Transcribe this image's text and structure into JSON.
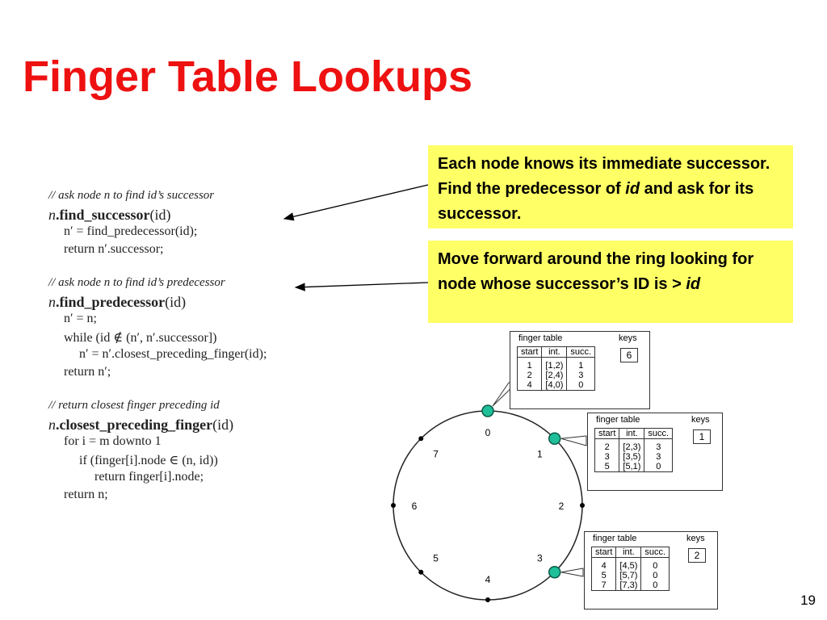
{
  "title": "Finger Table Lookups",
  "page_number": "19",
  "notes": {
    "note1": {
      "pre": "Each node knows its immediate successor.  Find the predecessor of ",
      "em": "id",
      "post": " and ask for its successor."
    },
    "note2": {
      "pre": "Move forward around the ring looking for node whose successor’s ID is > ",
      "em": "id"
    }
  },
  "code": [
    {
      "cls": "cm",
      "text": "// ask node n to find id’s successor"
    },
    {
      "cls": "hd",
      "text": "n.find_successor(id)"
    },
    {
      "cls": "bd",
      "text": "n′ = find_predecessor(id);",
      "indent": 1
    },
    {
      "cls": "bd",
      "text": "return n′.successor;",
      "indent": 1
    },
    {
      "cls": "gap"
    },
    {
      "cls": "cm",
      "text": "// ask node n to find id’s predecessor"
    },
    {
      "cls": "hd",
      "text": "n.find_predecessor(id)"
    },
    {
      "cls": "bd",
      "text": "n′ = n;",
      "indent": 1
    },
    {
      "cls": "bd",
      "text": "while (id ∉ (n′, n′.successor])",
      "indent": 1
    },
    {
      "cls": "bd",
      "text": "n′ = n′.closest_preceding_finger(id);",
      "indent": 2
    },
    {
      "cls": "bd",
      "text": "return n′;",
      "indent": 1
    },
    {
      "cls": "gap"
    },
    {
      "cls": "cm",
      "text": "// return closest finger preceding id"
    },
    {
      "cls": "hd",
      "text": "n.closest_preceding_finger(id)"
    },
    {
      "cls": "bd",
      "text": "for i = m downto 1",
      "indent": 1
    },
    {
      "cls": "bd",
      "text": "if (finger[i].node ∈ (n, id))",
      "indent": 2
    },
    {
      "cls": "bd",
      "text": "return finger[i].node;",
      "indent": 3
    },
    {
      "cls": "bd",
      "text": "return n;",
      "indent": 1
    }
  ],
  "ring": {
    "positions": [
      "0",
      "1",
      "2",
      "3",
      "4",
      "5",
      "6",
      "7"
    ],
    "active_nodes": [
      0,
      1,
      3
    ],
    "node_color": "#1fbf9a"
  },
  "finger_tables": [
    {
      "node": "0",
      "title": "finger table",
      "keys_label": "keys",
      "keys": "6",
      "headers": [
        "start",
        "int.",
        "succ."
      ],
      "rows": [
        [
          "1",
          "[1,2)",
          "1"
        ],
        [
          "2",
          "[2,4)",
          "3"
        ],
        [
          "4",
          "[4,0)",
          "0"
        ]
      ]
    },
    {
      "node": "1",
      "title": "finger table",
      "keys_label": "keys",
      "keys": "1",
      "headers": [
        "start",
        "int.",
        "succ."
      ],
      "rows": [
        [
          "2",
          "[2,3)",
          "3"
        ],
        [
          "3",
          "[3,5)",
          "3"
        ],
        [
          "5",
          "[5,1)",
          "0"
        ]
      ]
    },
    {
      "node": "3",
      "title": "finger table",
      "keys_label": "keys",
      "keys": "2",
      "headers": [
        "start",
        "int.",
        "succ."
      ],
      "rows": [
        [
          "4",
          "[4,5)",
          "0"
        ],
        [
          "5",
          "[5,7)",
          "0"
        ],
        [
          "7",
          "[7,3)",
          "0"
        ]
      ]
    }
  ],
  "colors": {
    "title": "#ee1111",
    "note_bg": "#ffff66"
  }
}
